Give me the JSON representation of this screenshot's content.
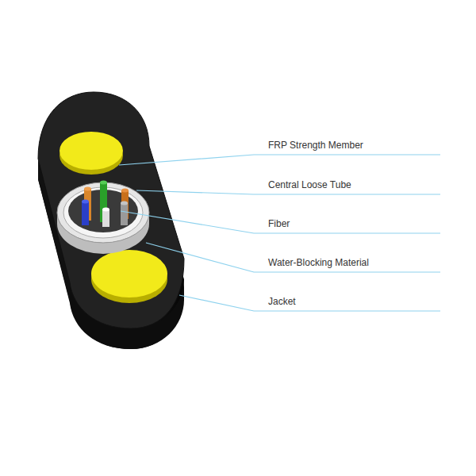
{
  "diagram": {
    "labels": [
      "FRP Strength Member",
      "Central Loose Tube",
      "Fiber",
      "Water-Blocking Material",
      "Jacket"
    ]
  }
}
